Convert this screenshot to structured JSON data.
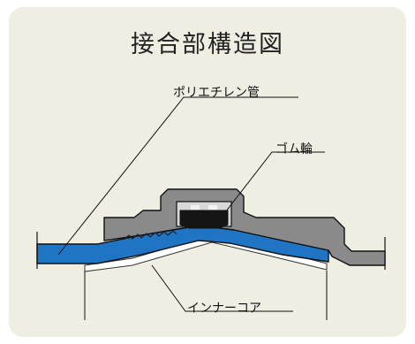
{
  "title": "接合部構造図",
  "labels": {
    "pipe": "ポリエチレン管",
    "rubber_ring": "ゴム輪",
    "inner_core": "インナーコア"
  },
  "colors": {
    "background_panel": "#efeee3",
    "pipe": "#1f74c4",
    "fitting": "#8a8a8a",
    "rubber_ring": "#151515",
    "inner_core": "#ffffff"
  }
}
